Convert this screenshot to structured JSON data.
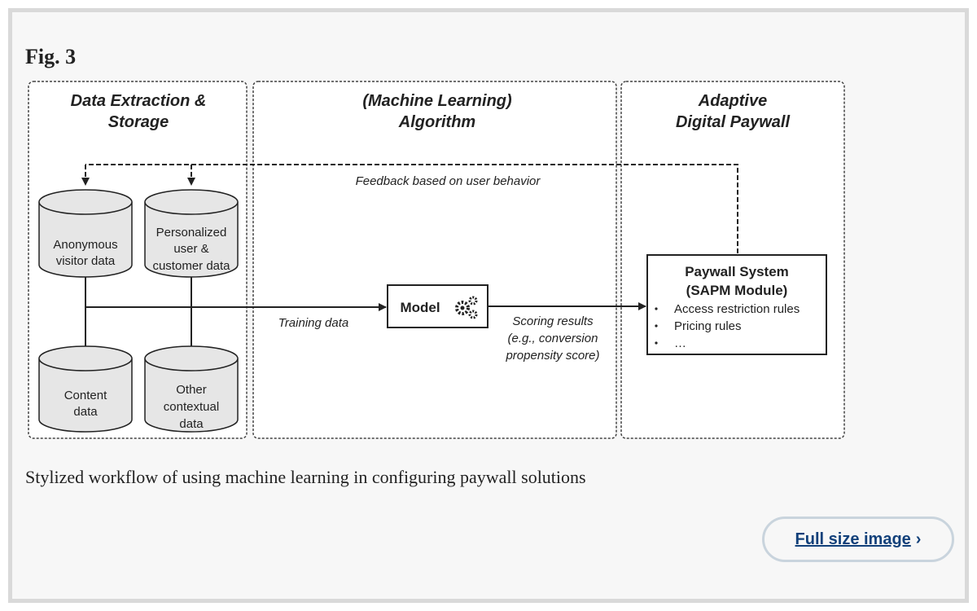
{
  "figure": {
    "label": "Fig. 3",
    "caption": "Stylized workflow of using machine learning in configuring paywall solutions",
    "full_size_link": "Full size image"
  },
  "diagram": {
    "sections": {
      "extraction_line1": "Data Extraction &",
      "extraction_line2": "Storage",
      "algorithm_line1": "(Machine Learning)",
      "algorithm_line2": "Algorithm",
      "paywall_line1": "Adaptive",
      "paywall_line2": "Digital Paywall"
    },
    "feedback_label": "Feedback based on user behavior",
    "datastores": {
      "anonymous_line1": "Anonymous",
      "anonymous_line2": "visitor data",
      "personalized_line1": "Personalized",
      "personalized_line2": "user &",
      "personalized_line3": "customer data",
      "content_line1": "Content",
      "content_line2": "data",
      "other_line1": "Other",
      "other_line2": "contextual",
      "other_line3": "data"
    },
    "training_label": "Training data",
    "model_label": "Model",
    "scoring_line1": "Scoring results",
    "scoring_line2": "(e.g., conversion",
    "scoring_line3": "propensity score)",
    "paywall_box": {
      "title_line1": "Paywall System",
      "title_line2": "(SAPM Module)",
      "items": [
        "Access restriction rules",
        "Pricing rules",
        "…"
      ]
    }
  }
}
